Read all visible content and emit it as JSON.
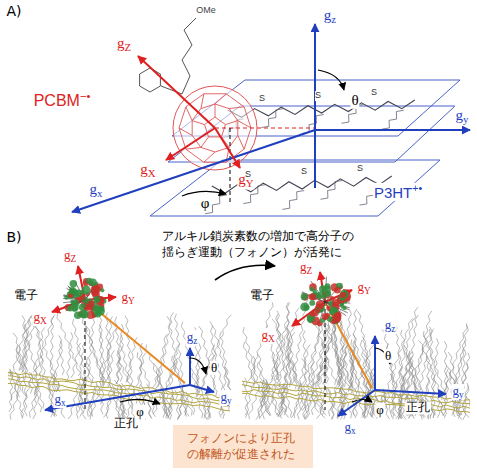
{
  "diagram": {
    "nodes": [
      {
        "text": [
          "フォノンにより正孔の解離が促進された"
        ]
      }
    ],
    "labels": [
      "A)",
      "gz",
      "OMe",
      "gZ",
      "PCBM−•",
      "gX",
      "gY",
      "θ",
      "gy",
      "S",
      "S",
      "S",
      "S",
      "S",
      "S",
      "P3HT+•",
      "gx",
      "φ",
      "B)",
      "アルキル鎖炭素数の増加で高分子の揺らぎ運動（フォノン）が活発に",
      "電子",
      "gZ",
      "gY",
      "gX",
      "gz",
      "θ",
      "gy",
      "gx",
      "φ",
      "正孔",
      "電子",
      "gZ",
      "gY",
      "gX",
      "gz",
      "θ",
      "gy",
      "φ",
      "gx",
      "正孔"
    ]
  }
}
